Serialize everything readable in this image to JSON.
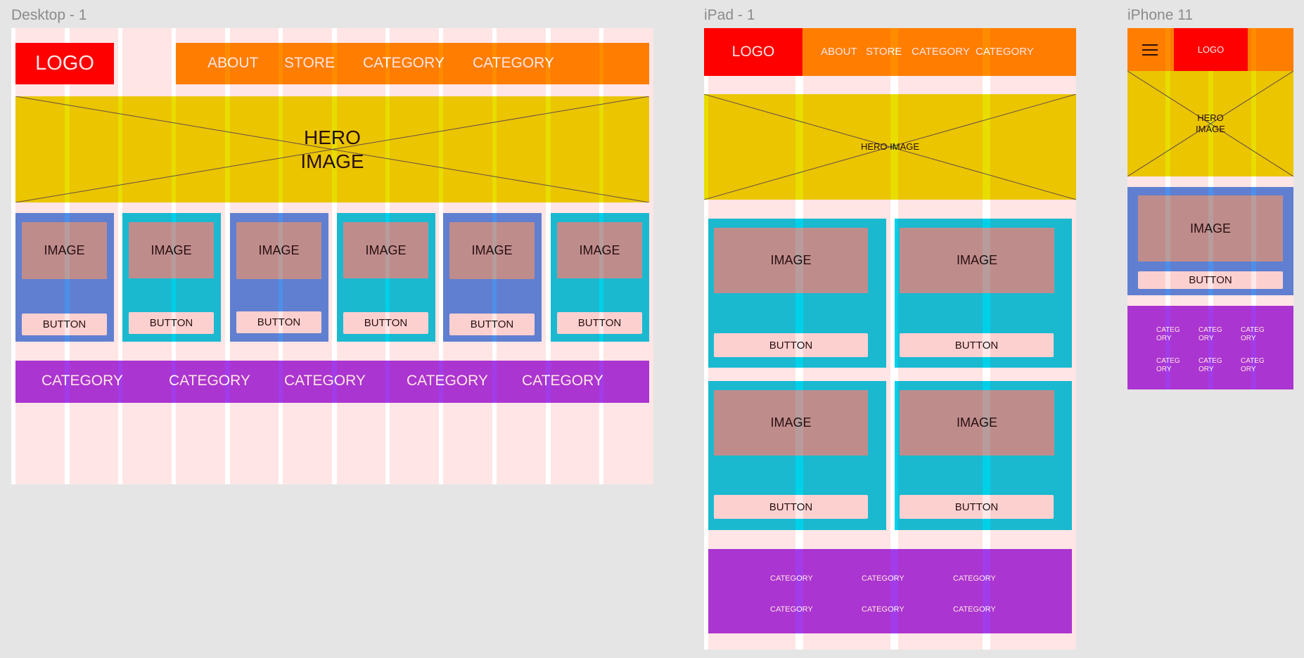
{
  "desktop": {
    "frame_label": "Desktop - 1",
    "logo": "LOGO",
    "nav": [
      "ABOUT",
      "STORE",
      "CATEGORY",
      "CATEGORY"
    ],
    "hero": [
      "HERO",
      "IMAGE"
    ],
    "cards": [
      {
        "image": "IMAGE",
        "button": "BUTTON"
      },
      {
        "image": "IMAGE",
        "button": "BUTTON"
      },
      {
        "image": "IMAGE",
        "button": "BUTTON"
      },
      {
        "image": "IMAGE",
        "button": "BUTTON"
      },
      {
        "image": "IMAGE",
        "button": "BUTTON"
      },
      {
        "image": "IMAGE",
        "button": "BUTTON"
      }
    ],
    "categories": [
      "CATEGORY",
      "CATEGORY",
      "CATEGORY",
      "CATEGORY",
      "CATEGORY"
    ]
  },
  "ipad": {
    "frame_label": "iPad - 1",
    "logo": "LOGO",
    "nav": [
      "ABOUT",
      "STORE",
      "CATEGORY",
      "CATEGORY"
    ],
    "hero": "HERO IMAGE",
    "cards": [
      {
        "image": "IMAGE",
        "button": "BUTTON"
      },
      {
        "image": "IMAGE",
        "button": "BUTTON"
      },
      {
        "image": "IMAGE",
        "button": "BUTTON"
      },
      {
        "image": "IMAGE",
        "button": "BUTTON"
      }
    ],
    "categories": [
      "CATEGORY",
      "CATEGORY",
      "CATEGORY",
      "CATEGORY",
      "CATEGORY",
      "CATEGORY"
    ]
  },
  "iphone": {
    "frame_label": "iPhone 11",
    "logo": "LOGO",
    "menu_icon": "hamburger-menu-icon",
    "hero": [
      "HERO",
      "IMAGE"
    ],
    "card": {
      "image": "IMAGE",
      "button": "BUTTON"
    },
    "categories": [
      [
        "CATEG",
        "ORY"
      ],
      [
        "CATEG",
        "ORY"
      ],
      [
        "CATEG",
        "ORY"
      ],
      [
        "CATEG",
        "ORY"
      ],
      [
        "CATEG",
        "ORY"
      ],
      [
        "CATEG",
        "ORY"
      ]
    ]
  },
  "colors": {
    "canvas": "#e5e5e5",
    "logo": "#ff0000",
    "nav": "#ff8c00",
    "hero": "#e8dc00",
    "card_blue": "#4f8ee8",
    "card_cyan": "#00cfe8",
    "image_placeholder": "#b89c9c",
    "button": "#fde8e8",
    "category_bar": "#a23ce8",
    "grid_overlay": "#ff000019"
  }
}
